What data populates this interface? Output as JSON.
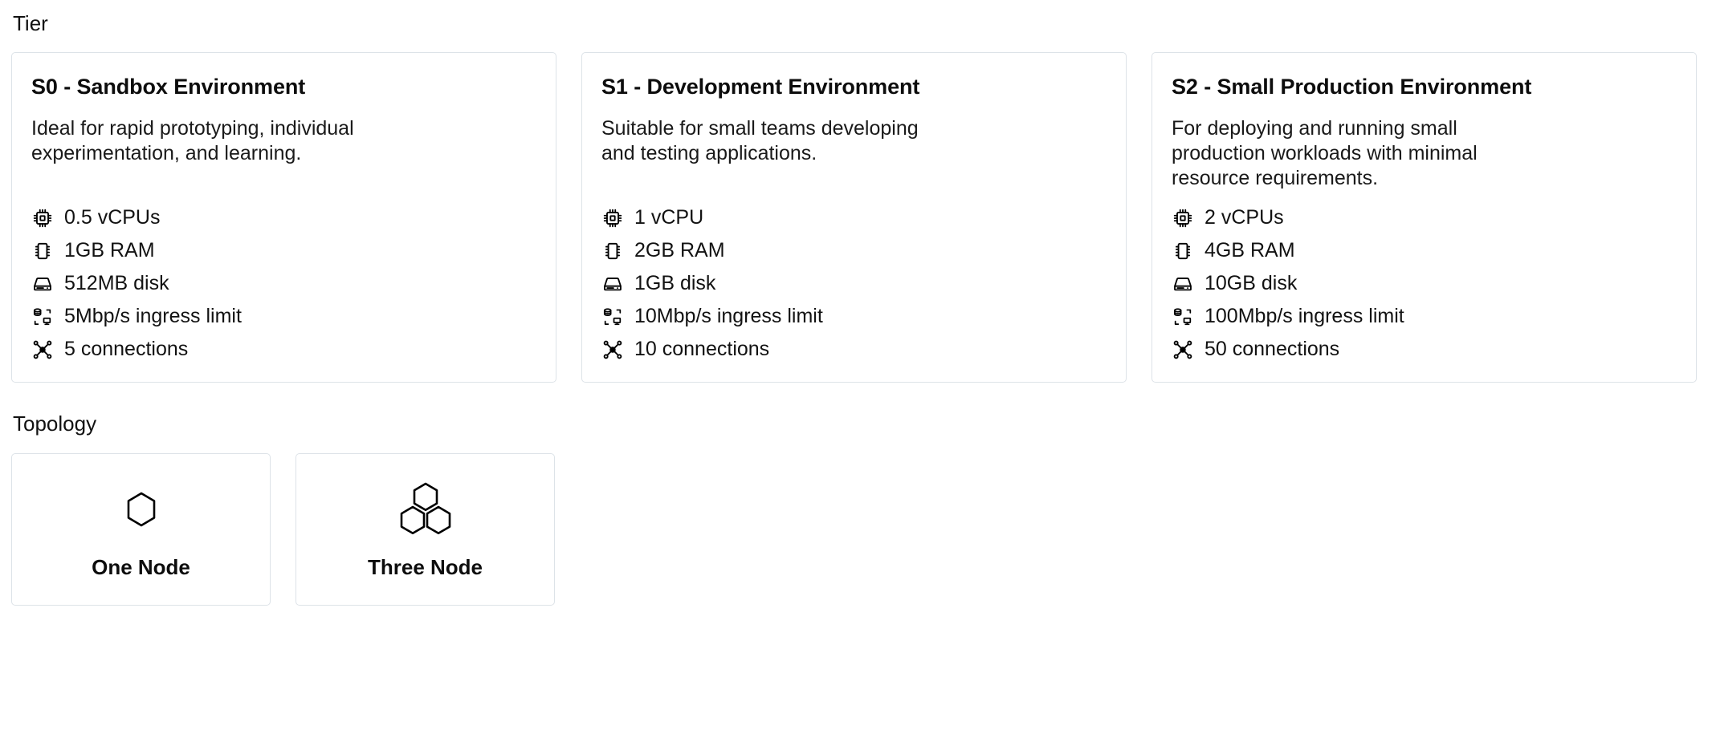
{
  "sections": {
    "tier_label": "Tier",
    "topology_label": "Topology"
  },
  "colors": {
    "card_border": "#dde3e8",
    "background": "#ffffff",
    "text": "#121212"
  },
  "tiers": [
    {
      "title": "S0 - Sandbox Environment",
      "description": "Ideal for rapid prototyping, individual experimentation, and learning.",
      "specs": [
        {
          "icon": "cpu-icon",
          "label": "0.5 vCPUs"
        },
        {
          "icon": "memory-icon",
          "label": "1GB RAM"
        },
        {
          "icon": "disk-icon",
          "label": "512MB disk"
        },
        {
          "icon": "network-ingress-icon",
          "label": "5Mbp/s ingress limit"
        },
        {
          "icon": "connections-icon",
          "label": "5 connections"
        }
      ]
    },
    {
      "title": "S1 - Development Environment",
      "description": "Suitable for small teams developing and testing applications.",
      "specs": [
        {
          "icon": "cpu-icon",
          "label": "1 vCPU"
        },
        {
          "icon": "memory-icon",
          "label": "2GB RAM"
        },
        {
          "icon": "disk-icon",
          "label": "1GB disk"
        },
        {
          "icon": "network-ingress-icon",
          "label": "10Mbp/s ingress limit"
        },
        {
          "icon": "connections-icon",
          "label": "10 connections"
        }
      ]
    },
    {
      "title": "S2 - Small Production Environment",
      "description": "For deploying and running small production workloads with minimal resource requirements.",
      "specs": [
        {
          "icon": "cpu-icon",
          "label": "2 vCPUs"
        },
        {
          "icon": "memory-icon",
          "label": "4GB RAM"
        },
        {
          "icon": "disk-icon",
          "label": "10GB disk"
        },
        {
          "icon": "network-ingress-icon",
          "label": "100Mbp/s ingress limit"
        },
        {
          "icon": "connections-icon",
          "label": "50 connections"
        }
      ]
    }
  ],
  "topologies": [
    {
      "icon": "single-hexagon-icon",
      "label": "One Node"
    },
    {
      "icon": "triple-hexagon-icon",
      "label": "Three Node"
    }
  ]
}
